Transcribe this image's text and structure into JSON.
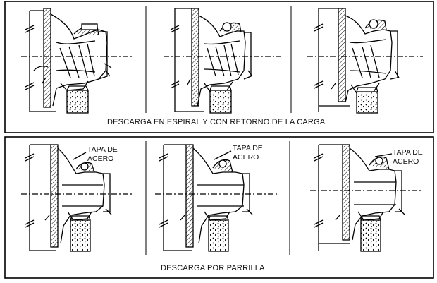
{
  "captions": {
    "top_section": "DESCARGA EN ESPIRAL Y CON RETORNO DE LA CARGA",
    "bottom_section": "DESCARGA POR PARRILLA"
  },
  "callouts": [
    {
      "line1": "TAPA DE",
      "line2": "ACERO"
    },
    {
      "line1": "TAPA DE",
      "line2": "ACERO"
    },
    {
      "line1": "TAPA DE",
      "line2": "ACERO"
    }
  ]
}
